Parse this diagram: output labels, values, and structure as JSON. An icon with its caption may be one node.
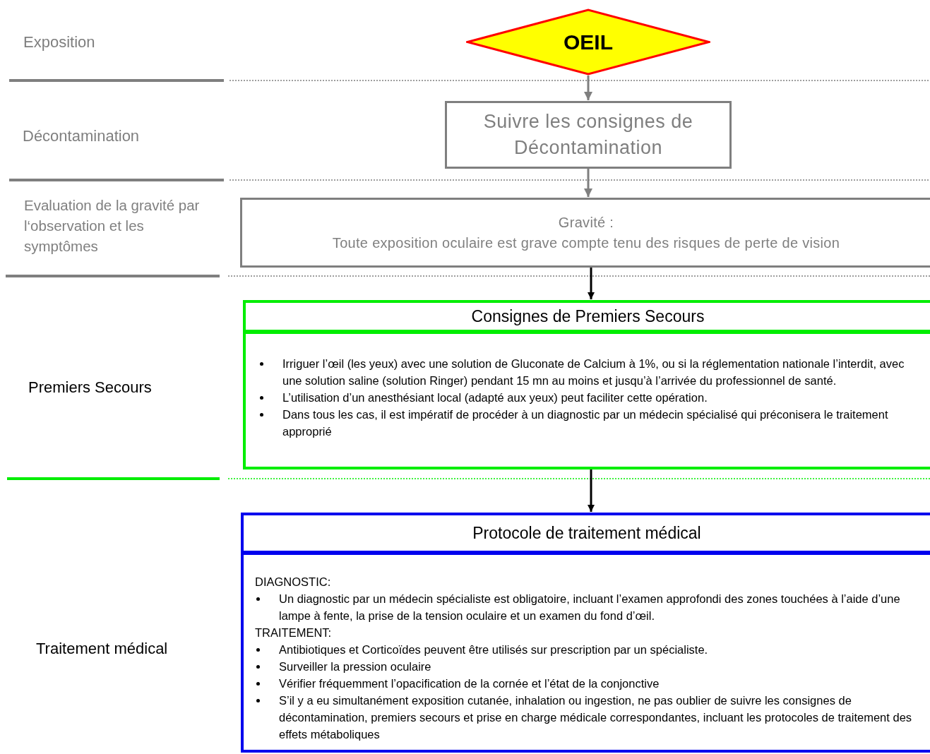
{
  "diagram": {
    "nodes": [
      {
        "text": [
          "OEIL"
        ]
      },
      {
        "text": [
          "Suivre les consignes de Décontamination"
        ]
      },
      {
        "text": [
          "Gravité :",
          "Toute exposition oculaire est grave compte tenu des risques de perte de vision"
        ]
      },
      {
        "text": [
          "Consignes de Premiers Secours",
          "Irriguer l’œil (les yeux) avec une solution de Gluconate de Calcium à 1%, ou si la réglementation nationale l’interdit, avec une solution saline (solution Ringer) pendant 15 mn au moins et jusqu’à l’arrivée du professionnel de santé.",
          "L’utilisation d’un anesthésiant local (adapté aux yeux) peut faciliter cette opération.",
          "Dans tous les cas, il est impératif de procéder à un diagnostic par un médecin spécialisé qui préconisera le traitement approprié"
        ]
      },
      {
        "text": [
          "Protocole de traitement médical",
          "DIAGNOSTIC:",
          "Un diagnostic par un médecin spécialiste est obligatoire, incluant l’examen approfondi des zones touchées à l’aide d’une lampe à fente, la prise de la tension oculaire et un examen du fond d’œil.",
          "TRAITEMENT:",
          "Antibiotiques et Corticoïdes peuvent être utilisés sur prescription par un spécialiste.",
          "Surveiller la pression oculaire",
          "Vérifier fréquemment  l’opacification de la cornée et l’état de la conjonctive",
          "S’il y a eu simultanément exposition cutanée, inhalation ou ingestion, ne pas oublier de suivre les consignes de décontamination, premiers secours et prise en charge médicale correspondantes, incluant les protocoles de traitement des effets métaboliques"
        ]
      }
    ],
    "edges": [
      {
        "from": 0,
        "to": 1,
        "arrow": "to"
      },
      {
        "from": 1,
        "to": 2,
        "arrow": "to"
      },
      {
        "from": 2,
        "to": 3,
        "arrow": "to",
        "color": "#000000"
      },
      {
        "from": 3,
        "to": 4,
        "arrow": "to",
        "color": "#000000"
      }
    ],
    "labels": [
      "Exposition",
      "Décontamination",
      "Evaluation de la gravité par l‘observation et les symptômes",
      "Premiers Secours",
      "Traitement médical"
    ]
  }
}
